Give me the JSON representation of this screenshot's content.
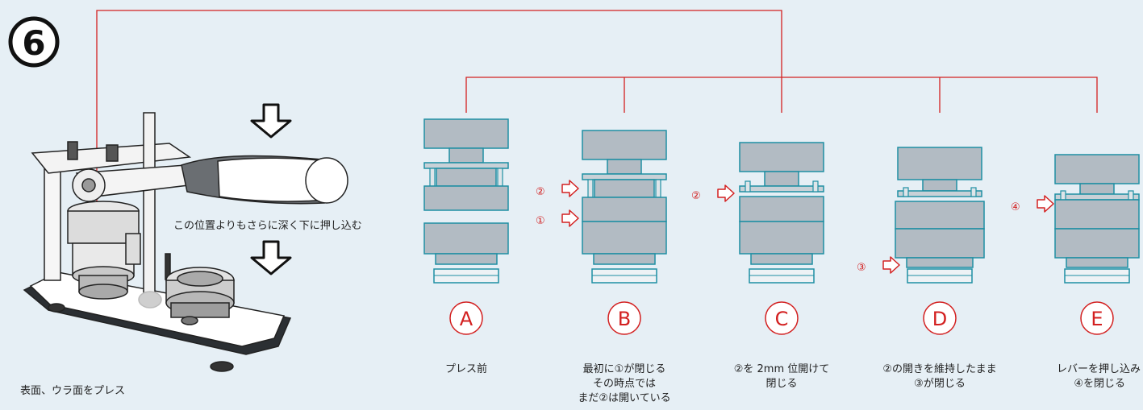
{
  "step_number": "6",
  "left_caption": "表面、ウラ面をプレス",
  "press_note": "この位置よりもさらに深く下に押し込む",
  "stages": [
    {
      "letter": "A",
      "caption": [
        "プレス前"
      ]
    },
    {
      "letter": "B",
      "caption": [
        "最初に①が閉じる",
        "その時点では",
        "まだ②は開いている"
      ]
    },
    {
      "letter": "C",
      "caption": [
        "②を 2mm 位開けて",
        "閉じる"
      ]
    },
    {
      "letter": "D",
      "caption": [
        "②の開きを維持したまま",
        "③が閉じる"
      ]
    },
    {
      "letter": "E",
      "caption": [
        "レバーを押し込み",
        "④を閉じる"
      ]
    }
  ],
  "gap_markers": {
    "b_upper": "②",
    "b_lower": "①",
    "c": "②",
    "d": "③",
    "e": "④"
  },
  "colors": {
    "accent": "#d32020",
    "outline": "#1f8fa3",
    "block": "#b2bbc3",
    "background": "#e6eff5"
  }
}
